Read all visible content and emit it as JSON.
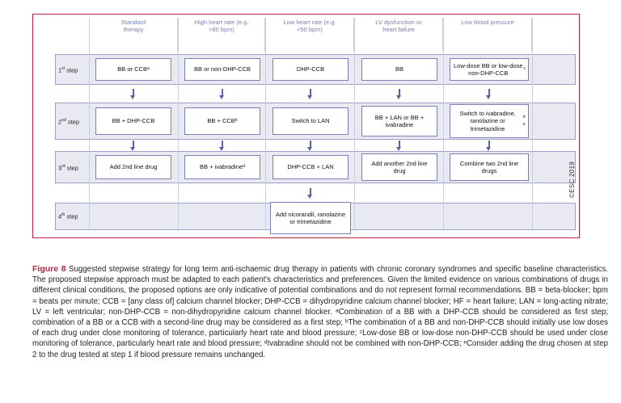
{
  "columns": [
    {
      "line1": "Standard",
      "line2": "therapy"
    },
    {
      "line1": "High heart rate (e.g.",
      "line2": ">80 bpm)"
    },
    {
      "line1": "Low heart rate (e.g.",
      "line2": "<50 bpm)"
    },
    {
      "line1": "LV dysfunction or",
      "line2": "heart failure"
    },
    {
      "line1": "Low blood pressure",
      "line2": ""
    }
  ],
  "steps": [
    {
      "num": "1",
      "sup": "st",
      "label": " step"
    },
    {
      "num": "2",
      "sup": "nd",
      "label": " step"
    },
    {
      "num": "3",
      "sup": "rd",
      "label": " step"
    },
    {
      "num": "4",
      "sup": "th",
      "label": " step"
    }
  ],
  "boxes": {
    "r1": [
      {
        "text": "BB or CCB",
        "sup": "a"
      },
      {
        "text": "BB or non-DHP-CCB",
        "sup": ""
      },
      {
        "text": "DHP-CCB",
        "sup": ""
      },
      {
        "text": "BB",
        "sup": ""
      },
      {
        "text": "Low-dose BB or low-dose non-DHP-CCB",
        "sup": "c"
      }
    ],
    "r2": [
      {
        "text": "BB + DHP-CCB",
        "sup": ""
      },
      {
        "text": "BB + CCB",
        "sup": "b"
      },
      {
        "text": "Switch to LAN",
        "sup": ""
      },
      {
        "text": "BB + LAN or BB + ivabradine",
        "sup": ""
      },
      {
        "text": "Switch to ivabradine, ranolazine or trimetazidine",
        "sup": "d e"
      }
    ],
    "r3": [
      {
        "text": "Add 2nd line drug",
        "sup": ""
      },
      {
        "text": "BB + ivabradine",
        "sup": "d"
      },
      {
        "text": "DHP-CCB + LAN",
        "sup": ""
      },
      {
        "text": "Add another 2nd line drug",
        "sup": ""
      },
      {
        "text": "Combine two 2nd line drugs",
        "sup": ""
      }
    ],
    "r4": {
      "text": "Add nicorandil, ranolazine or trimetazidine"
    }
  },
  "copyright": "©ESC 2019",
  "caption": {
    "figure_label": "Figure 8",
    "text": "Suggested stepwise strategy for long term anti-ischaemic drug therapy in patients with chronic coronary syndromes and specific baseline characteristics. The proposed stepwise approach must be adapted to each patient's characteristics and preferences. Given the limited evidence on various combinations of drugs in different clinical conditions, the proposed options are only indicative of potential combinations and do not represent formal recommendations. BB = beta-blocker; bpm = beats per minute; CCB = [any class of] calcium channel blocker; DHP-CCB = dihydropyridine calcium channel blocker; HF = heart failure; LAN = long-acting nitrate; LV = left ventricular; non-DHP-CCB = non-dihydropyridine calcium channel blocker. ᵃCombination of a BB with a DHP-CCB should be considered as first step; combination of a BB or a CCB with a second-line drug may be considered as a first step; ᵇThe combination of a BB and non-DHP-CCB should initially use low doses of each drug under close monitoring of tolerance, particularly heart rate and blood pressure; ᶜLow-dose BB or low-dose non-DHP-CCB should be used under close monitoring of tolerance, particularly heart rate and blood pressure; ᵈIvabradine should not be combined with non-DHP-CCB; ᵉConsider adding the drug chosen at step 2 to the drug tested at step 1 if blood pressure remains unchanged."
  },
  "colors": {
    "frame": "#b9223c",
    "accent": "#7a80b5",
    "band": "#e8e9f1"
  }
}
